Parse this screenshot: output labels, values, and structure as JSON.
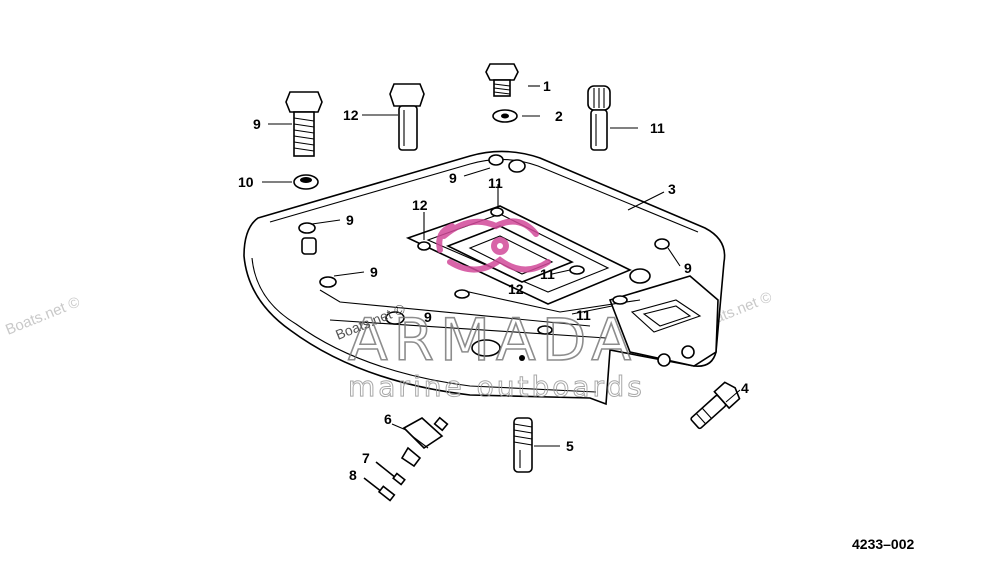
{
  "diagram": {
    "callouts": {
      "c1": "1",
      "c2": "2",
      "c3": "3",
      "c4": "4",
      "c5": "5",
      "c6": "6",
      "c7": "7",
      "c8": "8",
      "c9a": "9",
      "c9b": "9",
      "c9c": "9",
      "c9d": "9",
      "c9e": "9",
      "c9f": "9",
      "c10": "10",
      "c11a": "11",
      "c11b": "11",
      "c11c": "11",
      "c11d": "11",
      "c12a": "12",
      "c12b": "12",
      "c12c": "12"
    },
    "drawing_number": "4233–002"
  },
  "watermarks": {
    "boats_net": "Boats.net ©",
    "brand_name": "ARMADA",
    "brand_tagline": "marine outboards"
  },
  "colors": {
    "line": "#000000",
    "watermark_gray": "#c9c9c9",
    "logo_pink": "#d24a9a"
  }
}
